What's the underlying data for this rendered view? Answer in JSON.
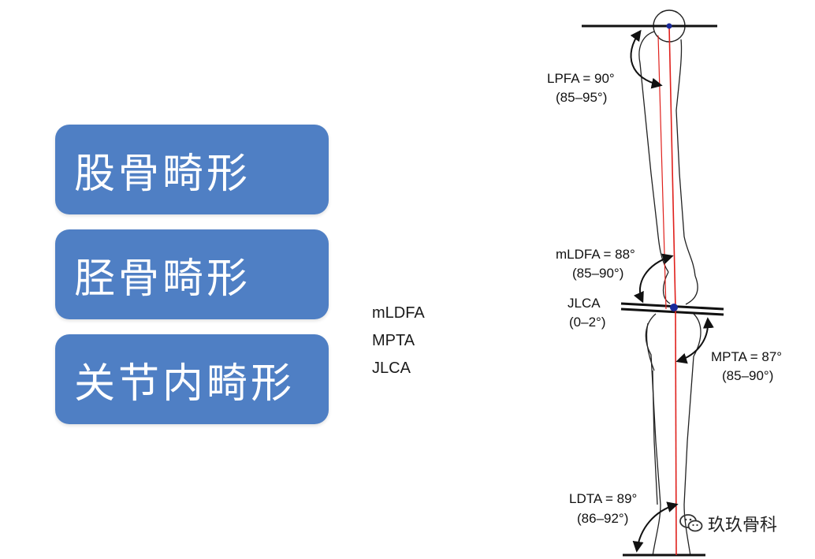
{
  "categories": [
    {
      "label": "股骨畸形"
    },
    {
      "label": "胫骨畸形"
    },
    {
      "label": "关节内畸形"
    }
  ],
  "abbreviations": [
    "mLDFA",
    "MPTA",
    "JLCA"
  ],
  "angles": {
    "lpfa": {
      "label": "LPFA = 90°",
      "range": "(85–95°)"
    },
    "mldfa": {
      "label": "mLDFA = 88°",
      "range": "(85–90°)"
    },
    "jlca": {
      "label": "JLCA",
      "range": "(0–2°)"
    },
    "mpta": {
      "label": "MPTA = 87°",
      "range": "(85–90°)"
    },
    "ldta": {
      "label": "LDTA = 89°",
      "range": "(86–92°)"
    }
  },
  "watermark": {
    "text": "玖玖骨科",
    "icon": "wechat-icon"
  },
  "colors": {
    "box": "#4f7fc4",
    "axis": "#e0201c",
    "point": "#1a2a9a"
  }
}
